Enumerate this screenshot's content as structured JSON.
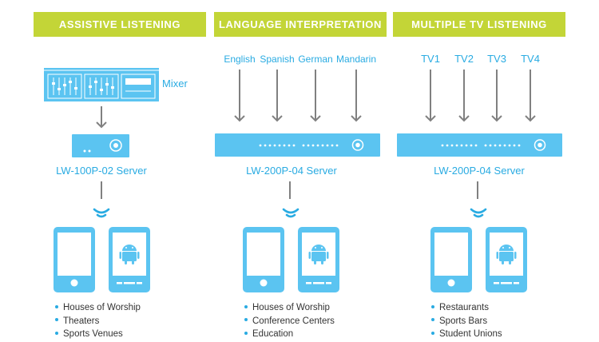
{
  "colors": {
    "header_bg": "#c3d537",
    "accent": "#29abe2",
    "device": "#5bc4f1",
    "arrow": "#808080"
  },
  "sections": [
    {
      "header": "ASSISTIVE LISTENING",
      "source_label": "Mixer",
      "server": "LW-100P-02 Server",
      "venues": [
        "Houses of Worship",
        "Theaters",
        "Sports Venues"
      ]
    },
    {
      "header": "LANGUAGE INTERPRETATION",
      "inputs": [
        "English",
        "Spanish",
        "German",
        "Mandarin"
      ],
      "server": "LW-200P-04 Server",
      "venues": [
        "Houses of Worship",
        "Conference Centers",
        "Education"
      ]
    },
    {
      "header": "MULTIPLE TV LISTENING",
      "inputs": [
        "TV1",
        "TV2",
        "TV3",
        "TV4"
      ],
      "server": "LW-200P-04 Server",
      "venues": [
        "Restaurants",
        "Sports Bars",
        "Student Unions"
      ]
    }
  ]
}
